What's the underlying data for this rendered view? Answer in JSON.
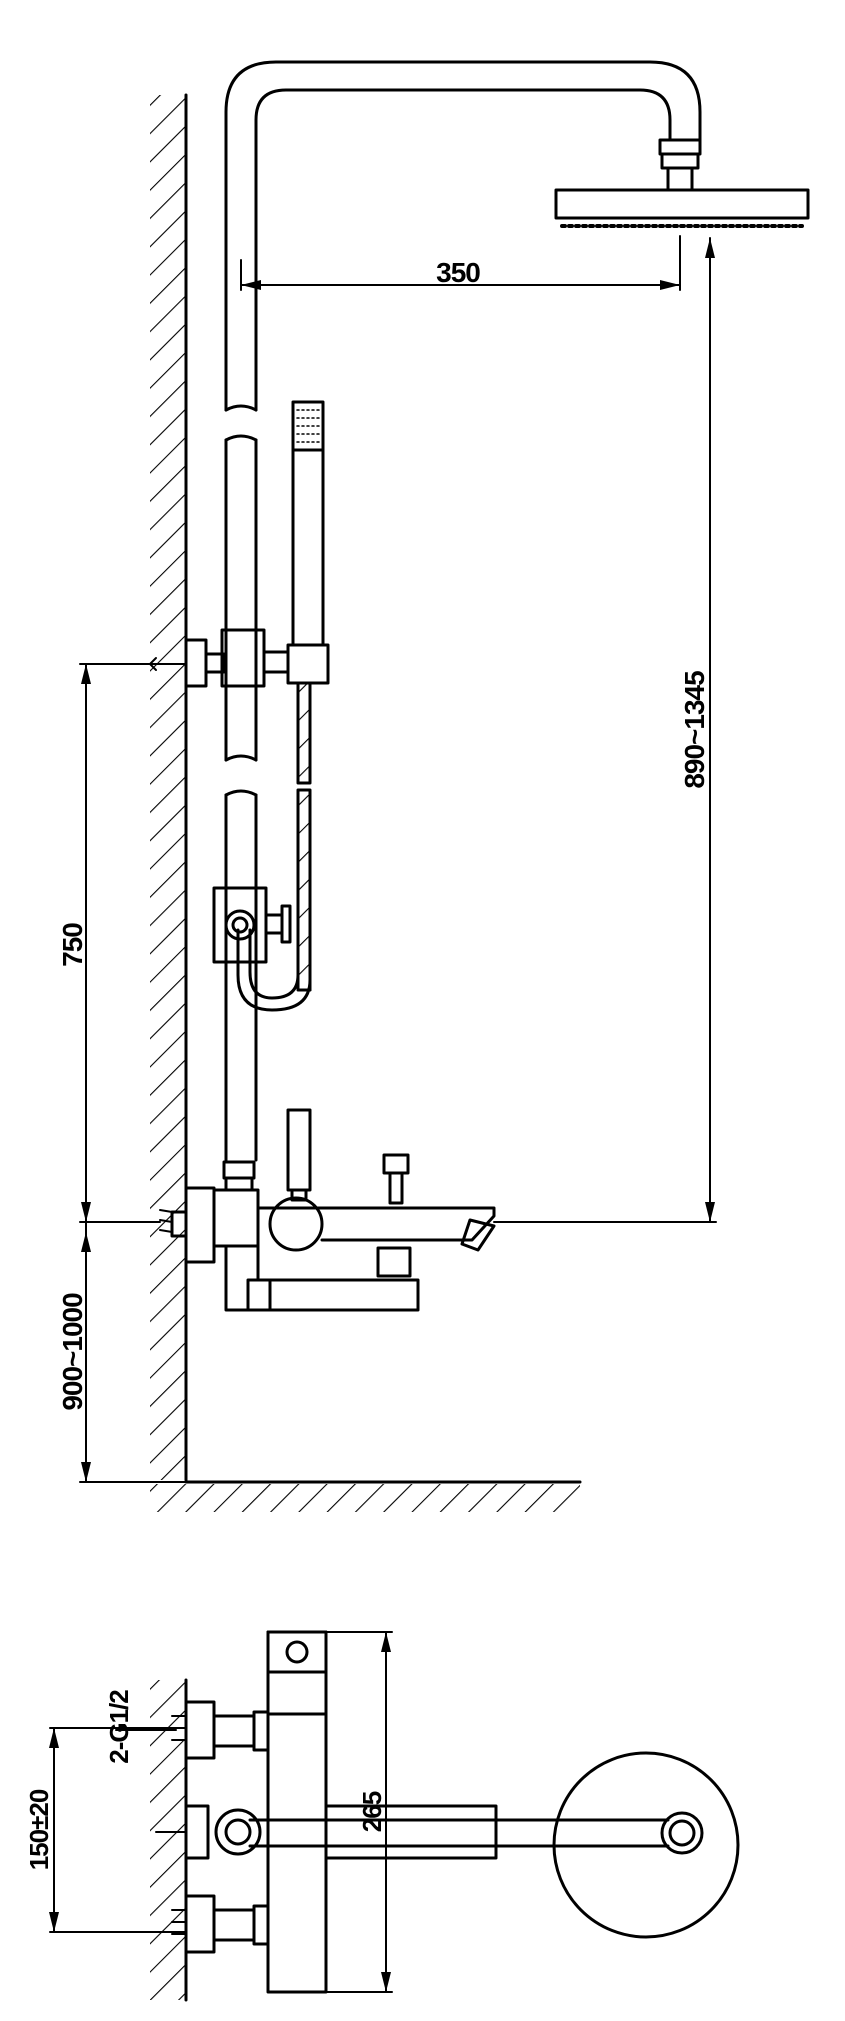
{
  "colors": {
    "line": "#000000",
    "background": "#ffffff"
  },
  "dimensions": {
    "arm_reach": "350",
    "head_height_range": "890~1345",
    "mixer_to_bracket": "750",
    "mixer_height_range": "900~1000",
    "inlet_thread": "2-G1/2",
    "inlet_spacing": "150±20",
    "mixer_depth": "265"
  }
}
